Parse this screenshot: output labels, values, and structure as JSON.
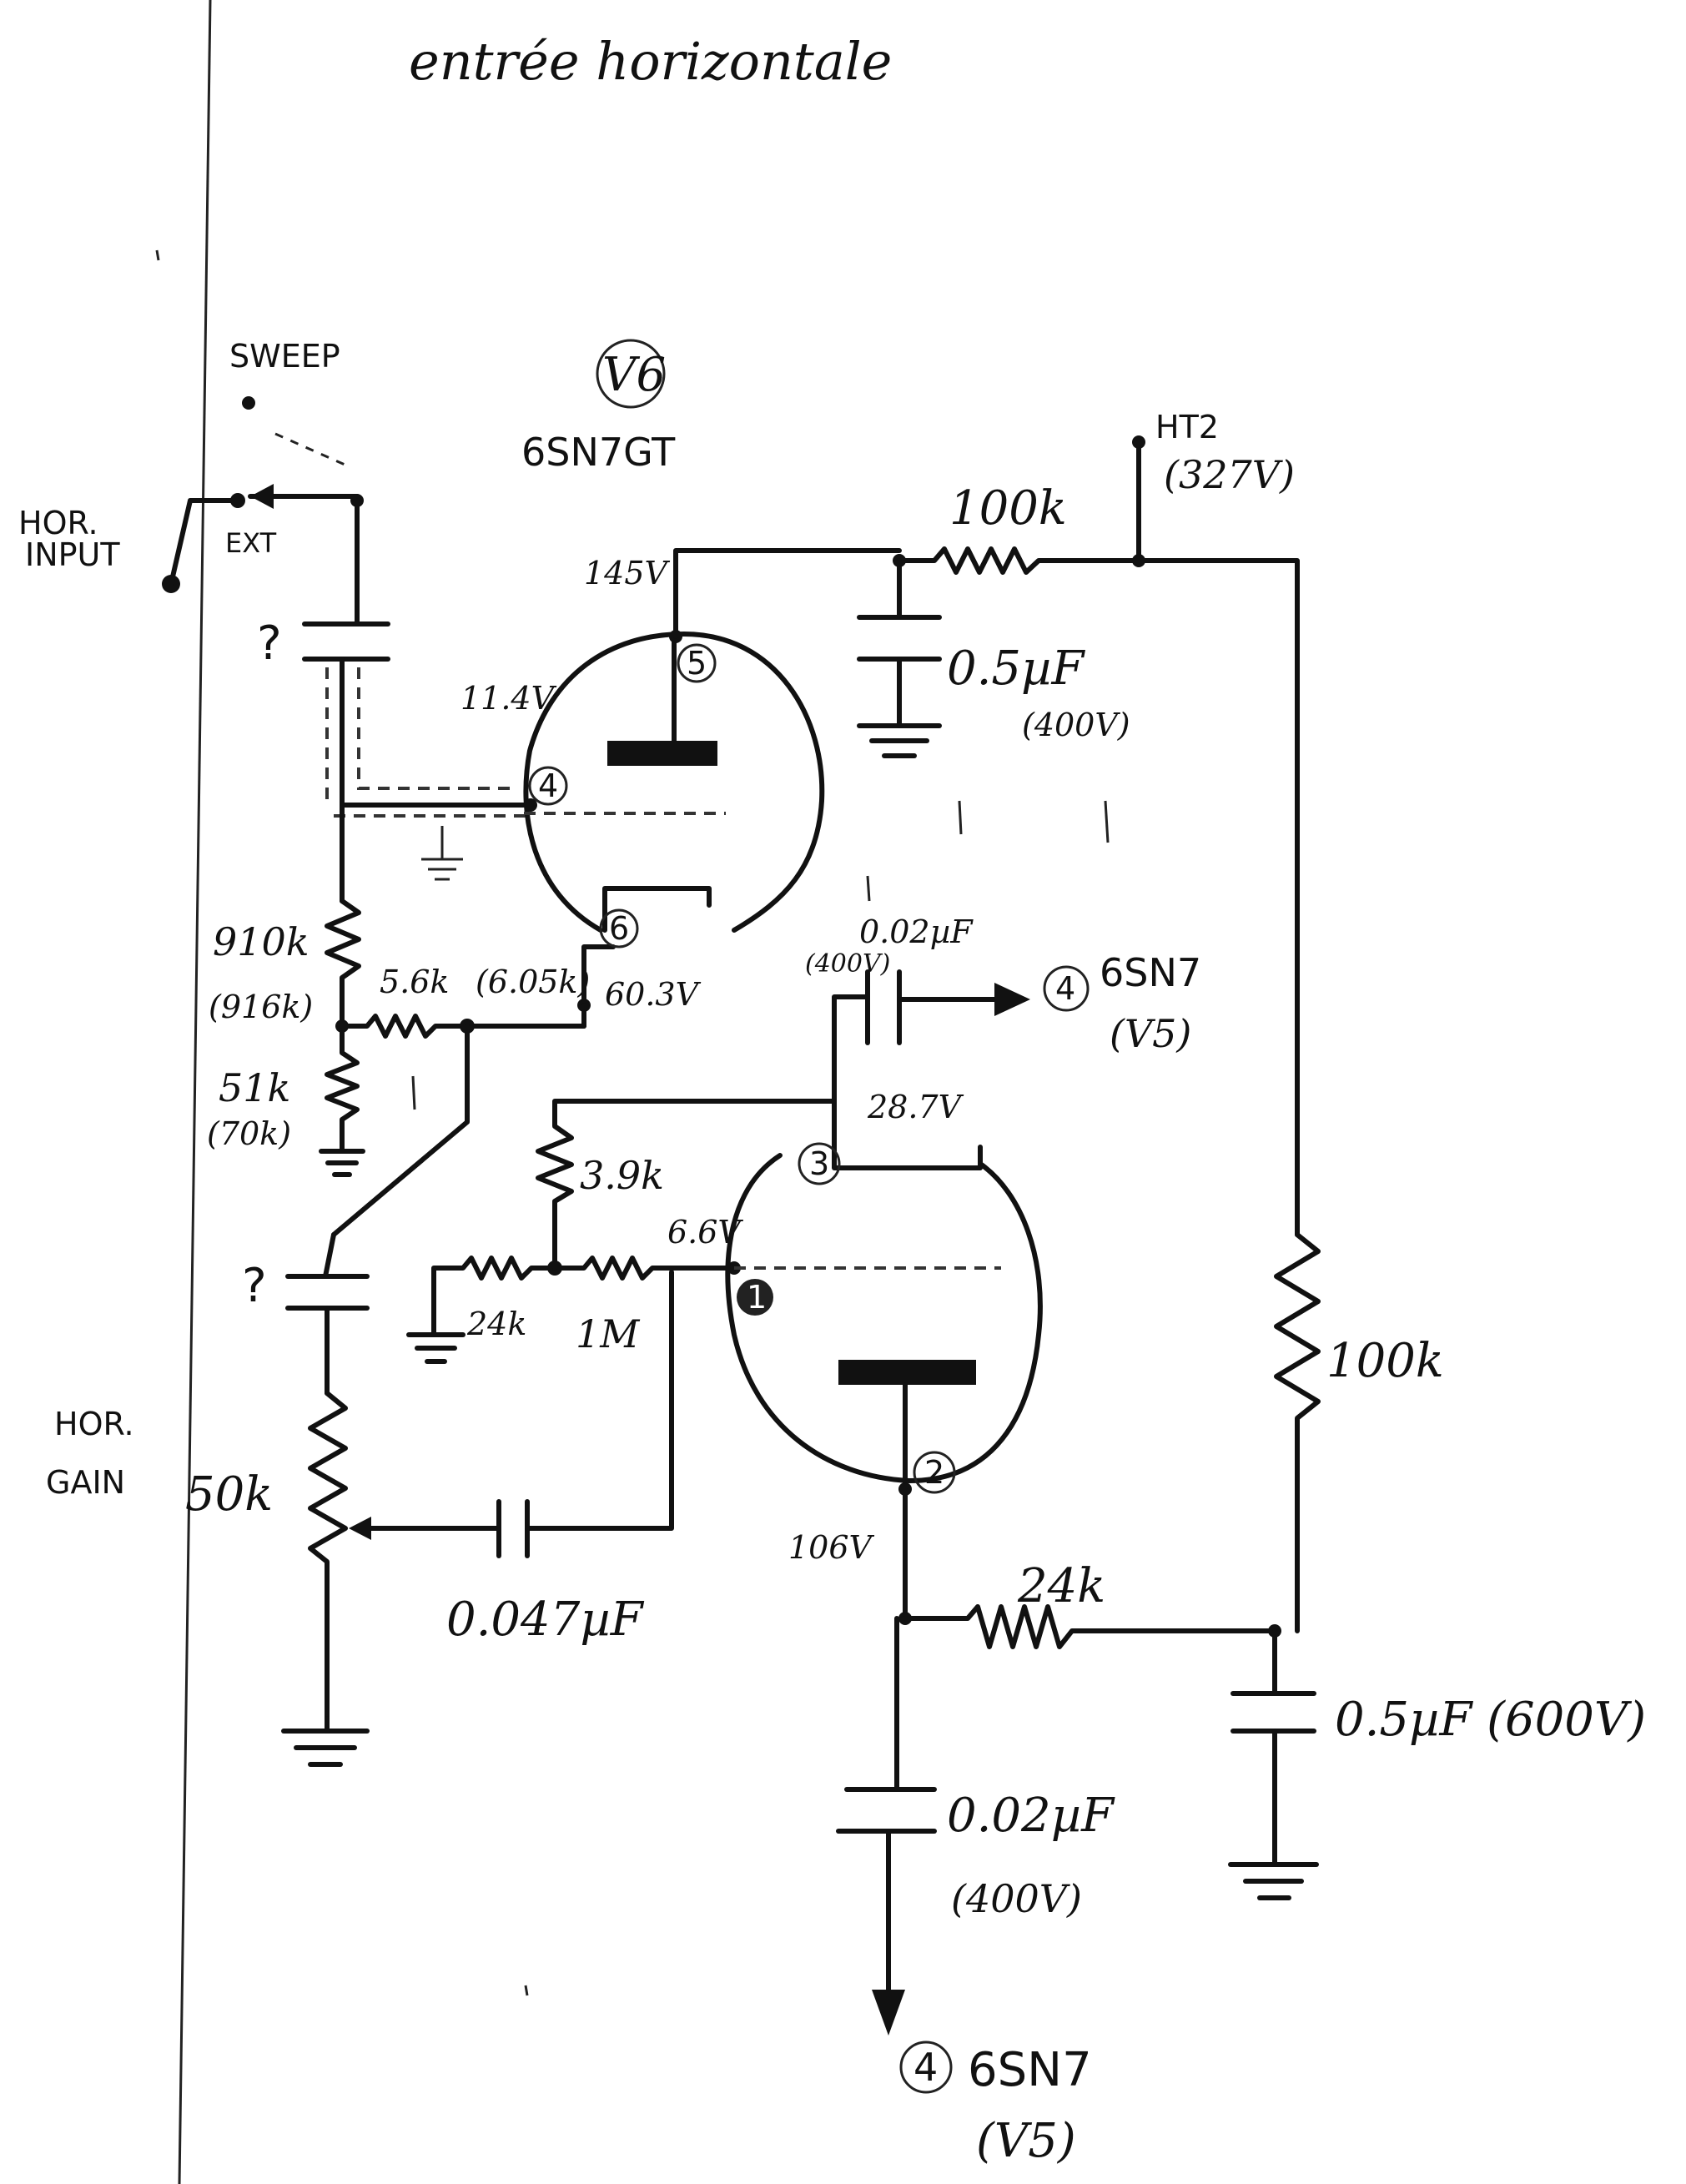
{
  "title": "entrée horizontale",
  "tube": {
    "id": "V6",
    "type": "6SN7GT"
  },
  "inputs": {
    "sweep": "SWEEP",
    "ext": "EXT",
    "hor_input_1": "HOR.",
    "hor_input_2": "INPUT"
  },
  "supply": {
    "name": "HT2",
    "voltage": "(327V)"
  },
  "question_marks": [
    "?",
    "?"
  ],
  "pins": {
    "p5": "5",
    "p4": "4",
    "p6": "6",
    "p3": "3",
    "p1": "1",
    "p2": "2",
    "out_top_pin": "4",
    "out_bottom_pin": "4"
  },
  "voltages": {
    "v145": "145V",
    "v11_4": "11.4V",
    "v60_3": "60.3V",
    "v28_7": "28.7V",
    "v6_6": "6.6V",
    "v106": "106V"
  },
  "components": {
    "r_100k_top": "100k",
    "c_0_5uF_top": "0.5µF",
    "c_0_5uF_top_rating": "(400V)",
    "r_910k": "910k",
    "r_910k_measured": "(916k)",
    "r_51k": "51k",
    "r_51k_measured": "(70k)",
    "r_5_6k": "5.6k",
    "r_5_6k_measured": "(6.05k)",
    "c_0_02uF_mid": "0.02µF",
    "c_0_02uF_mid_rating": "(400V)",
    "r_3_9k": "3.9k",
    "r_24k_left": "24k",
    "r_1M": "1M",
    "hor_gain_1": "HOR.",
    "hor_gain_2": "GAIN",
    "pot_50k": "50k",
    "c_0_047uF": "0.047µF",
    "r_100k_right": "100k",
    "r_24k_bottom": "24k",
    "c_0_5uF_bottom": "0.5µF (600V)",
    "c_0_02uF_bottom": "0.02µF",
    "c_0_02uF_bottom_rating": "(400V)"
  },
  "outputs": {
    "top_tube": "6SN7",
    "top_ref": "(V5)",
    "bottom_tube": "6SN7",
    "bottom_ref": "(V5)"
  }
}
